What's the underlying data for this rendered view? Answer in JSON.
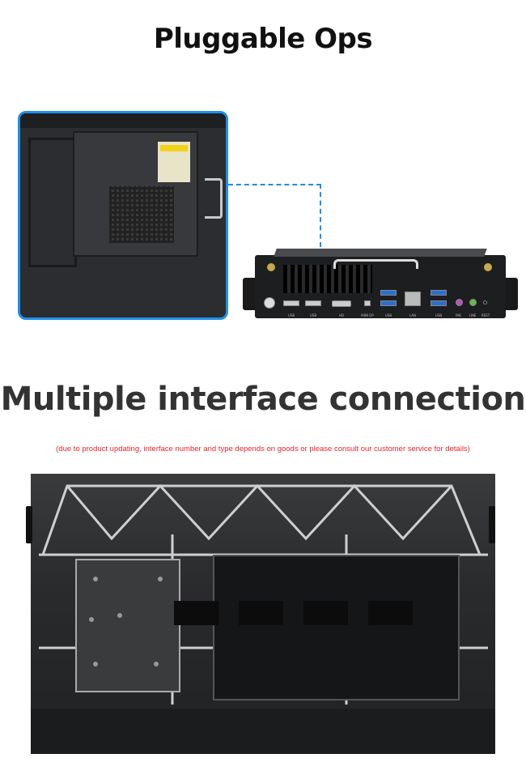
{
  "titles": {
    "section1": "Pluggable Ops",
    "section2": "Multiple interface connection"
  },
  "note": "(due to product updating, interface number and type depends on goods or please consult our customer service for details)",
  "ops_ports": [
    "USB",
    "USB",
    "HD",
    "MINI DP",
    "USB",
    "LAN",
    "USB",
    "MIC",
    "LINE",
    "REST"
  ],
  "colors": {
    "accent": "#1f8ee8",
    "note": "#e8242a"
  }
}
